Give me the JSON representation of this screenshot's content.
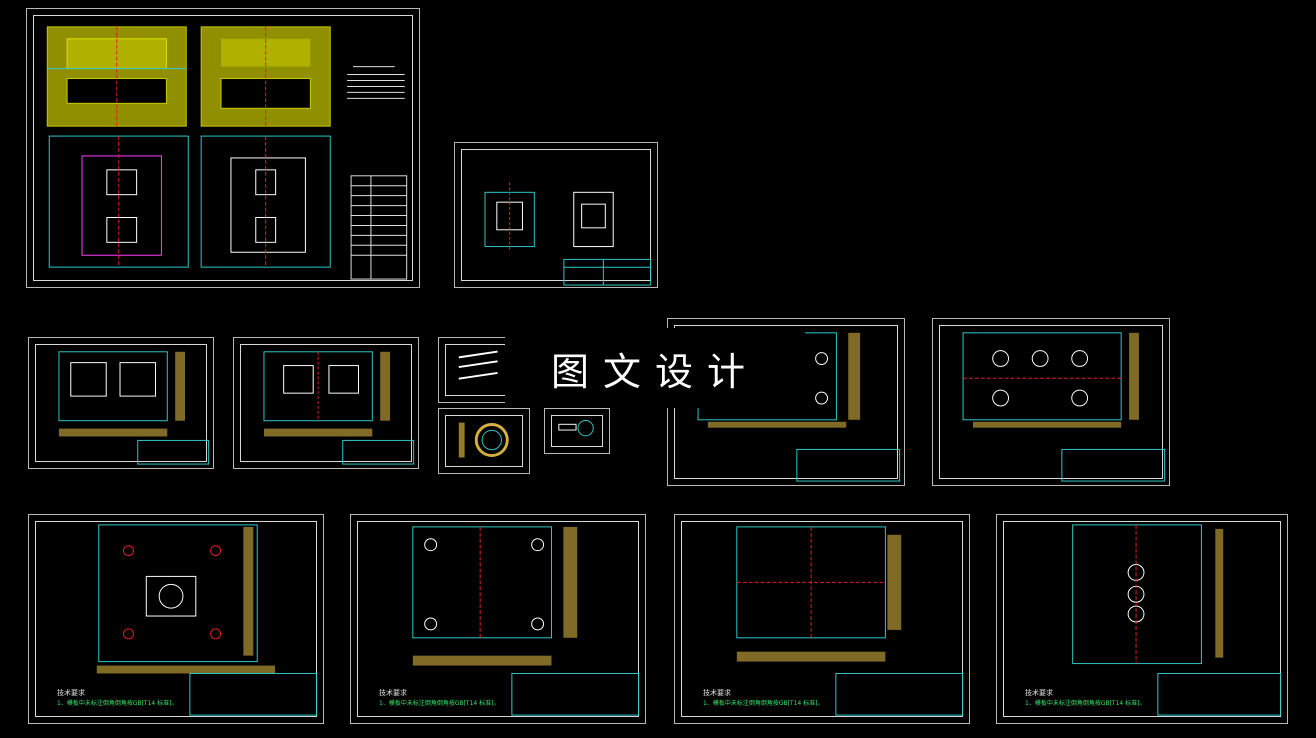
{
  "watermark": {
    "text": "图文设计"
  },
  "notes": {
    "title": "技术要求",
    "line1": "1、模板中未标注倒角倒角按GB[T14 标准]。"
  },
  "colors": {
    "background": "#000000",
    "border": "#d8d8d8",
    "mold_yellow": "#c8c800",
    "cyan": "#2ec8c8",
    "red": "#e02020",
    "magenta": "#ff3cff",
    "green": "#37e46a",
    "hatch": "#d4b040"
  },
  "sheets": [
    {
      "id": "assembly",
      "kind": "assembly"
    },
    {
      "id": "part-1",
      "kind": "part"
    },
    {
      "id": "plate-a",
      "kind": "plate"
    },
    {
      "id": "plate-b",
      "kind": "plate"
    },
    {
      "id": "small-1",
      "kind": "small"
    },
    {
      "id": "small-2",
      "kind": "small"
    },
    {
      "id": "small-3",
      "kind": "small"
    },
    {
      "id": "plate-c",
      "kind": "plate"
    },
    {
      "id": "plate-d",
      "kind": "plate"
    },
    {
      "id": "plate-e",
      "kind": "plate"
    },
    {
      "id": "plate-f",
      "kind": "plate"
    },
    {
      "id": "plate-g",
      "kind": "plate"
    },
    {
      "id": "plate-h",
      "kind": "plate"
    }
  ]
}
